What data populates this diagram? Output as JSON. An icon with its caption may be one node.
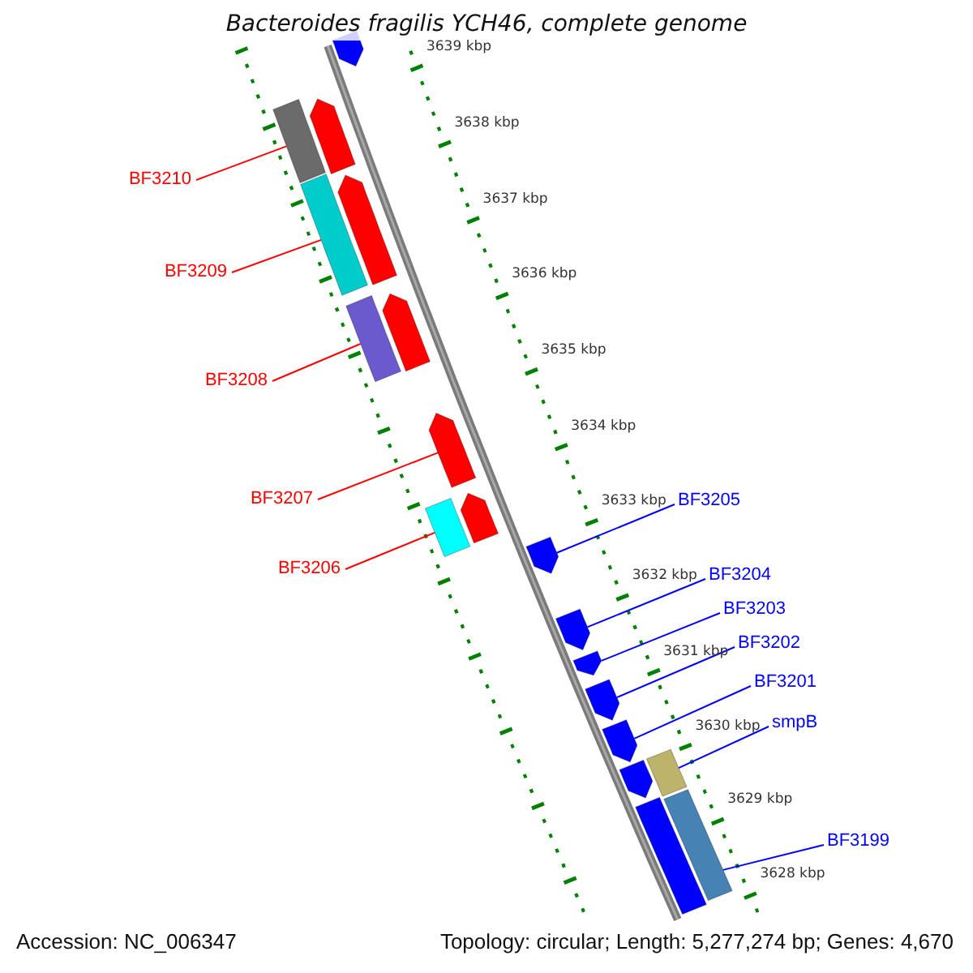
{
  "diagram": {
    "title": "Bacteroides fragilis YCH46, complete genome",
    "nodes": [
      {
        "text": [
          "BF3210"
        ]
      },
      {
        "text": [],
        "shape": "bar"
      },
      {
        "text": [
          "BF3209"
        ]
      },
      {
        "text": [],
        "shape": "bar"
      },
      {
        "text": [
          "BF3208"
        ]
      },
      {
        "text": [],
        "shape": "bar"
      },
      {
        "text": [
          "BF3207"
        ]
      },
      {
        "text": [],
        "shape": "arrow"
      },
      {
        "text": [
          "BF3206"
        ]
      },
      {
        "text": [],
        "shape": "bar"
      },
      {
        "text": [
          "BF3205"
        ]
      },
      {
        "text": [],
        "shape": "arrow"
      },
      {
        "text": [
          "BF3204"
        ]
      },
      {
        "text": [],
        "shape": "arrow"
      },
      {
        "text": [
          "BF3203"
        ]
      },
      {
        "text": [],
        "shape": "arrow"
      },
      {
        "text": [
          "BF3202"
        ]
      },
      {
        "text": [],
        "shape": "arrow"
      },
      {
        "text": [
          "BF3201"
        ]
      },
      {
        "text": [],
        "shape": "arrow"
      },
      {
        "text": [
          "smpB"
        ]
      },
      {
        "text": [],
        "shape": "bar"
      },
      {
        "text": [
          "BF3199"
        ]
      },
      {
        "text": [],
        "shape": "bar"
      },
      {
        "text": [],
        "shape": "arrow"
      },
      {
        "text": [],
        "shape": "arrow"
      },
      {
        "text": [],
        "shape": "arrow"
      },
      {
        "text": [],
        "shape": "arrow"
      },
      {
        "text": [],
        "shape": "arrow"
      },
      {
        "text": [],
        "shape": "arrow"
      },
      {
        "text": [],
        "shape": "bar"
      }
    ],
    "edges": [
      {
        "from": 0,
        "to": 1,
        "arrow": "none",
        "color": "#ff0000"
      },
      {
        "from": 2,
        "to": 3,
        "arrow": "none",
        "color": "#ff0000"
      },
      {
        "from": 4,
        "to": 5,
        "arrow": "none",
        "color": "#ff0000"
      },
      {
        "from": 6,
        "to": 7,
        "arrow": "none",
        "color": "#ff0000"
      },
      {
        "from": 8,
        "to": 9,
        "arrow": "none",
        "color": "#ff0000"
      },
      {
        "from": 10,
        "to": 11,
        "arrow": "none"
      },
      {
        "from": 12,
        "to": 13,
        "arrow": "none"
      },
      {
        "from": 14,
        "to": 15,
        "arrow": "none"
      },
      {
        "from": 16,
        "to": 17,
        "arrow": "none"
      },
      {
        "from": 18,
        "to": 19,
        "arrow": "none"
      },
      {
        "from": 20,
        "to": 21,
        "arrow": "none"
      },
      {
        "from": 22,
        "to": 23,
        "arrow": "none"
      }
    ],
    "labels": [
      "3639 kbp",
      "3638 kbp",
      "3637 kbp",
      "3636 kbp",
      "3635 kbp",
      "3634 kbp",
      "3633 kbp",
      "3632 kbp",
      "3631 kbp",
      "3630 kbp",
      "3629 kbp",
      "3628 kbp",
      "Accession: NC_006347",
      "Topology: circular; Length: 5,277,274 bp; Genes: 4,670"
    ]
  }
}
